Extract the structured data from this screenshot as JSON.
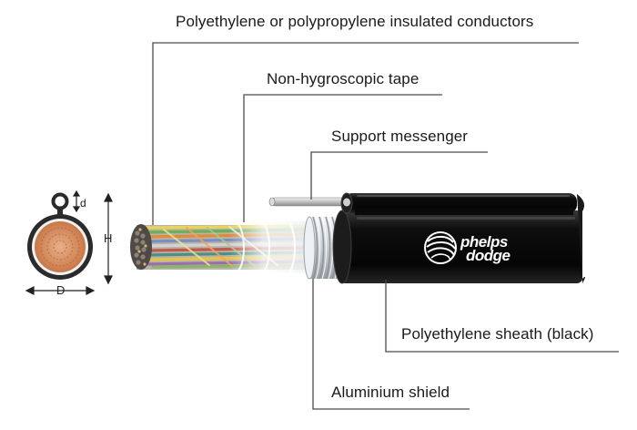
{
  "callouts": {
    "conductors": "Polyethylene or polypropylene insulated conductors",
    "tape": "Non-hygroscopic tape",
    "messenger": "Support messenger",
    "sheath": "Polyethylene sheath (black)",
    "shield": "Aluminium shield"
  },
  "dimensions": {
    "d": "d",
    "H": "H",
    "D": "D"
  },
  "logo": {
    "line1": "phelps",
    "line2": "dodge"
  },
  "colors": {
    "sheath": "#141414",
    "shield": "#d8dde0",
    "leader_line": "#4a4a4a",
    "cross_section_ring": "#2b2b2b",
    "cross_section_core": "#d98a5c"
  }
}
